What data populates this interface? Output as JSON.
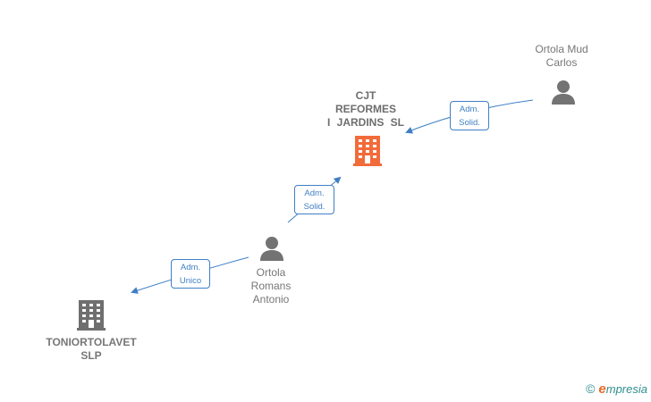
{
  "nodes": {
    "cjt": {
      "lines": [
        "CJT",
        "REFORMES",
        "I JARDINS SL"
      ],
      "color": "#f26b3a"
    },
    "toniortolavet": {
      "lines": [
        "TONIORTOLAVET",
        "SLP"
      ],
      "color": "#6f6f6f"
    },
    "ortola_mud": {
      "lines": [
        "Ortola Mud",
        "Carlos"
      ]
    },
    "ortola_romans": {
      "lines": [
        "Ortola",
        "Romans",
        "Antonio"
      ]
    }
  },
  "edges": {
    "mud_to_cjt": {
      "line1": "Adm.",
      "line2": "Solid."
    },
    "romans_to_cjt": {
      "line1": "Adm.",
      "line2": "Solid."
    },
    "romans_to_tonio": {
      "line1": "Adm.",
      "line2": "Unico"
    }
  },
  "footer": {
    "copyright": "©",
    "brand_initial": "e",
    "brand_rest": "mpresia"
  },
  "colors": {
    "edge": "#3f7fc4",
    "person": "#737373"
  }
}
